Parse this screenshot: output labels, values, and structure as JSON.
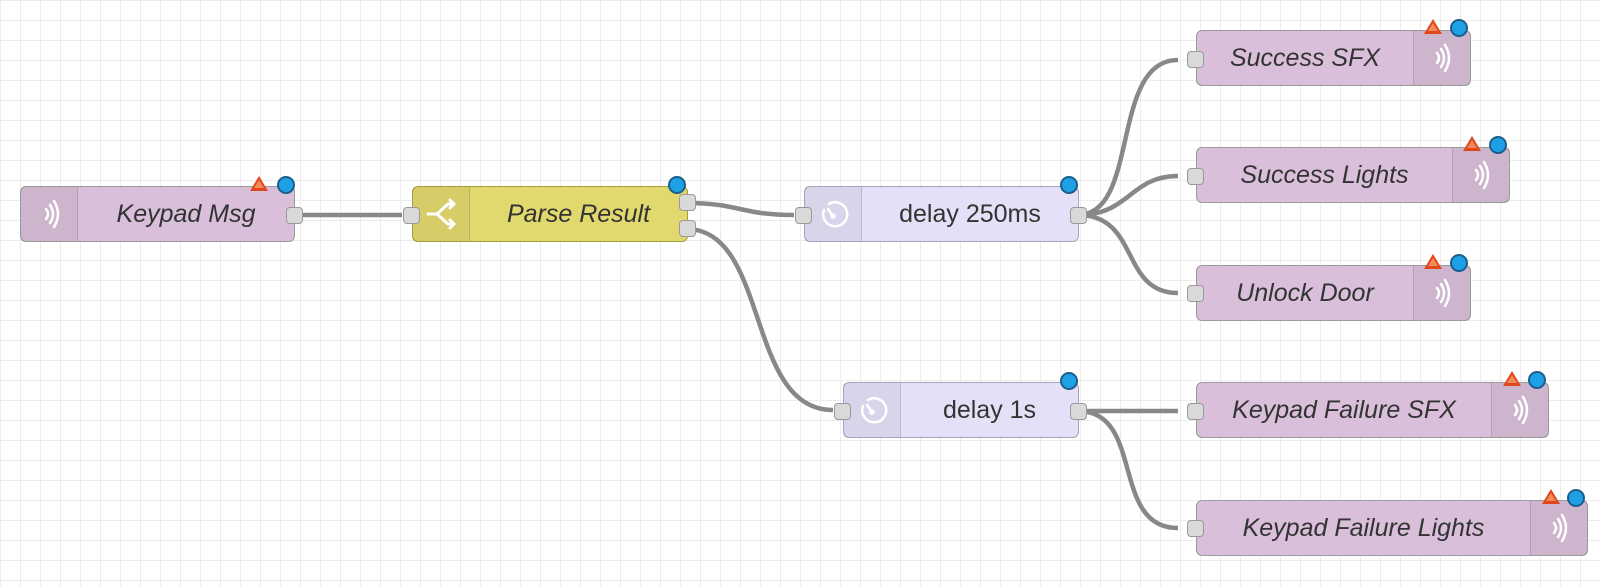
{
  "nodes": {
    "keypad_msg": {
      "label": "Keypad Msg",
      "icon": "link-in-icon"
    },
    "parse_result": {
      "label": "Parse Result",
      "icon": "switch-icon"
    },
    "delay_250ms": {
      "label": "delay 250ms",
      "icon": "timer-icon"
    },
    "delay_1s": {
      "label": "delay 1s",
      "icon": "timer-icon"
    },
    "success_sfx": {
      "label": "Success SFX",
      "icon": "link-out-icon"
    },
    "success_lights": {
      "label": "Success Lights",
      "icon": "link-out-icon"
    },
    "unlock_door": {
      "label": "Unlock Door",
      "icon": "link-out-icon"
    },
    "keypad_failure_sfx": {
      "label": "Keypad Failure SFX",
      "icon": "link-out-icon"
    },
    "keypad_failure_lights": {
      "label": "Keypad Failure Lights",
      "icon": "link-out-icon"
    }
  },
  "colors": {
    "link_node": "#d9bfd9",
    "function_node": "#e2d96e",
    "delay_node": "#e5e0f7",
    "wire": "#888888",
    "changed_indicator": "#1ea0e6",
    "warning_indicator": "#e0471a"
  }
}
